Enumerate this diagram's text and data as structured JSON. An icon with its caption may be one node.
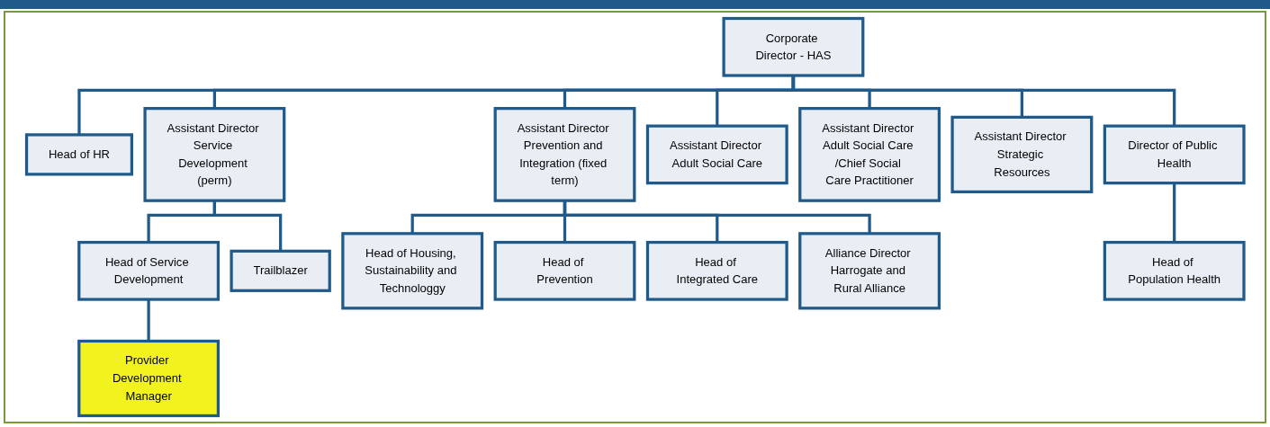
{
  "diagram": {
    "nodes": [
      {
        "text": [
          "Corporate Director - HAS"
        ]
      },
      {
        "text": [
          "Head of HR"
        ]
      },
      {
        "text": [
          "Assistant Director Service Development (perm)"
        ]
      },
      {
        "text": [
          "Assistant Director Prevention and Integration (fixed term)"
        ]
      },
      {
        "text": [
          "Assistant Director Adult Social Care"
        ]
      },
      {
        "text": [
          "Assistant Director Adult Social Care /Chief Social Care Practitioner"
        ]
      },
      {
        "text": [
          "Assistant Director Strategic Resources"
        ]
      },
      {
        "text": [
          "Director of Public Health"
        ]
      },
      {
        "text": [
          "Head of Service Development"
        ]
      },
      {
        "text": [
          "Trailblazer"
        ]
      },
      {
        "text": [
          "Head of Housing, Sustainability and Technologgy"
        ]
      },
      {
        "text": [
          "Head of Prevention"
        ]
      },
      {
        "text": [
          "Head of Integrated Care"
        ]
      },
      {
        "text": [
          "Alliance Director Harrogate and Rural Alliance"
        ]
      },
      {
        "text": [
          "Head of Population Health"
        ]
      },
      {
        "text": [
          "Provider Development Manager"
        ]
      }
    ],
    "edges": [
      {
        "from": 0,
        "to": 1,
        "arrow": "none"
      },
      {
        "from": 0,
        "to": 2,
        "arrow": "none"
      },
      {
        "from": 0,
        "to": 3,
        "arrow": "none"
      },
      {
        "from": 0,
        "to": 4,
        "arrow": "none"
      },
      {
        "from": 0,
        "to": 5,
        "arrow": "none"
      },
      {
        "from": 0,
        "to": 6,
        "arrow": "none"
      },
      {
        "from": 0,
        "to": 7,
        "arrow": "none"
      },
      {
        "from": 2,
        "to": 8,
        "arrow": "none"
      },
      {
        "from": 2,
        "to": 9,
        "arrow": "none"
      },
      {
        "from": 3,
        "to": 10,
        "arrow": "none"
      },
      {
        "from": 3,
        "to": 11,
        "arrow": "none"
      },
      {
        "from": 3,
        "to": 12,
        "arrow": "none"
      },
      {
        "from": 3,
        "to": 13,
        "arrow": "none"
      },
      {
        "from": 7,
        "to": 14,
        "arrow": "none"
      },
      {
        "from": 8,
        "to": 15,
        "arrow": "none"
      }
    ]
  }
}
